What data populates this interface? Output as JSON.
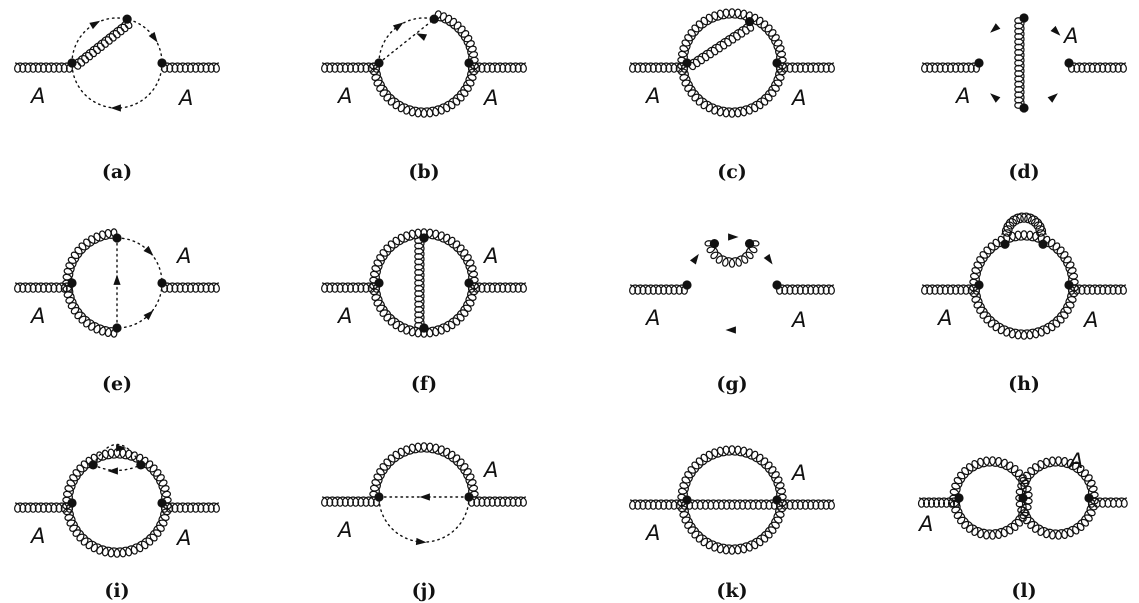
{
  "field_label": "A",
  "diagrams": [
    {
      "id": "a",
      "caption": "(a)"
    },
    {
      "id": "b",
      "caption": "(b)"
    },
    {
      "id": "c",
      "caption": "(c)"
    },
    {
      "id": "d",
      "caption": "(d)"
    },
    {
      "id": "e",
      "caption": "(e)"
    },
    {
      "id": "f",
      "caption": "(f)"
    },
    {
      "id": "g",
      "caption": "(g)"
    },
    {
      "id": "h",
      "caption": "(h)"
    },
    {
      "id": "i",
      "caption": "(i)"
    },
    {
      "id": "j",
      "caption": "(j)"
    },
    {
      "id": "k",
      "caption": "(k)"
    },
    {
      "id": "l",
      "caption": "(l)"
    }
  ]
}
